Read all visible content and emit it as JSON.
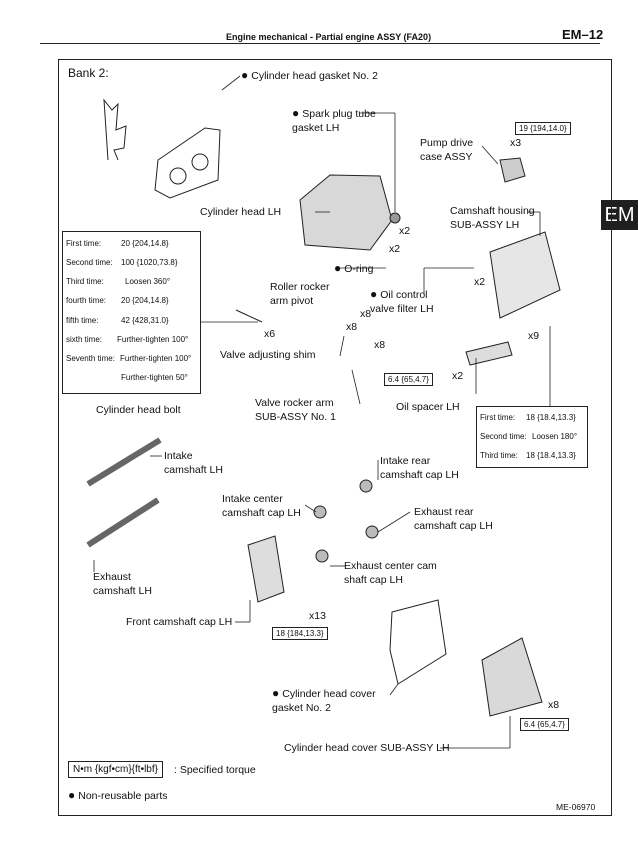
{
  "header": {
    "title": "Engine mechanical  -  Partial engine ASSY (FA20)",
    "page": "EM–12",
    "tab": "EM"
  },
  "bank_label": "Bank 2:",
  "labels": {
    "cylinder_head_gasket": "Cylinder head gasket No. 2",
    "spark_plug_tube_gasket": "Spark plug tube\ngasket LH",
    "pump_drive_case": "Pump drive\ncase ASSY",
    "cylinder_head": "Cylinder head LH",
    "camshaft_housing": "Camshaft housing\nSUB-ASSY LH",
    "o_ring": "O-ring",
    "roller_rocker_pivot": "Roller rocker\narm pivot",
    "oil_control_filter": "Oil control\nvalve filter LH",
    "valve_adjusting_shim": "Valve adjusting shim",
    "valve_rocker_arm": "Valve rocker arm\nSUB-ASSY No. 1",
    "oil_spacer": "Oil spacer LH",
    "cylinder_head_bolt": "Cylinder head bolt",
    "intake_camshaft": "Intake\ncamshaft LH",
    "intake_rear_cap": "Intake rear\ncamshaft cap LH",
    "intake_center_cap": "Intake center\ncamshaft cap LH",
    "exhaust_rear_cap": "Exhaust rear\ncamshaft cap LH",
    "exhaust_center_cap": "Exhaust center cam\nshaft cap LH",
    "exhaust_camshaft": "Exhaust\ncamshaft LH",
    "front_camshaft_cap": "Front camshaft cap LH",
    "cover_gasket": "Cylinder head cover\ngasket No. 2",
    "cover_assy": "Cylinder head cover SUB-ASSY LH"
  },
  "quantities": {
    "q_x3": "x3",
    "q_x2_plug": "x2",
    "q_x2_oring": "x2",
    "q_x2_housing": "x2",
    "q_x6": "x6",
    "q_x8_pivot": "x8",
    "q_x8_shim": "x8",
    "q_x8_rocker": "x8",
    "q_x9": "x9",
    "q_x2_spacer": "x2",
    "q_x13": "x13",
    "q_x8_cover": "x8"
  },
  "torques": {
    "pump": "19 {194,14.0}",
    "spacer": "6.4 {65,4.7}",
    "front_cap": "18 {184,13.3}",
    "cover": "6.4 {65,4.7}"
  },
  "bolt_table": [
    {
      "step": "First time:",
      "value": "20 {204,14.8}"
    },
    {
      "step": "Second time:",
      "value": "100 {1020,73.8}"
    },
    {
      "step": "Third time:",
      "value": "Loosen 360°"
    },
    {
      "step": "fourth time:",
      "value": "20 {204,14.8}"
    },
    {
      "step": "fifth time:",
      "value": "42 {428,31.0}"
    },
    {
      "step": "sixth time:",
      "value": "Further-tighten 100°"
    },
    {
      "step": "Seventh time:",
      "value": "Further-tighten 100°"
    },
    {
      "step": "",
      "value": "Further-tighten 50°"
    }
  ],
  "housing_table": [
    {
      "step": "First time:",
      "value": "18 {18.4,13.3}"
    },
    {
      "step": "Second time:",
      "value": "Loosen 180°"
    },
    {
      "step": "Third time:",
      "value": "18 {18.4,13.3}"
    }
  ],
  "legend": {
    "unit_box": "N•m {kgf•cm}{ft•lbf}",
    "unit_text": ": Specified torque",
    "nonreusable": "Non-reusable parts"
  },
  "figure_code": "ME-06970"
}
